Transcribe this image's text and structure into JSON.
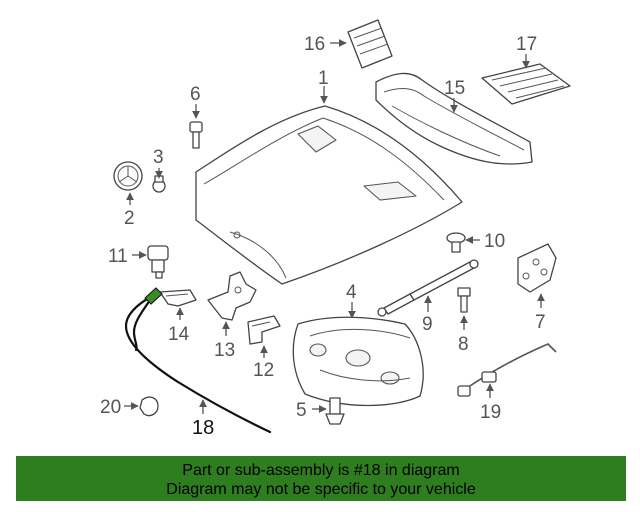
{
  "callouts": {
    "c1": "1",
    "c2": "2",
    "c3": "3",
    "c4": "4",
    "c5": "5",
    "c6": "6",
    "c7": "7",
    "c8": "8",
    "c9": "9",
    "c10": "10",
    "c11": "11",
    "c12": "12",
    "c13": "13",
    "c14": "14",
    "c15": "15",
    "c16": "16",
    "c17": "17",
    "c18": "18",
    "c19": "19",
    "c20": "20"
  },
  "highlighted_part": "18",
  "banner": {
    "line1": "Part or sub-assembly is #18 in diagram",
    "line2": "Diagram may not be specific to your vehicle",
    "background_color": "#2e7d1e"
  },
  "colors": {
    "highlight_cable": "#111111",
    "highlight_tip": "#3a8a2a",
    "line_art": "#444444"
  }
}
